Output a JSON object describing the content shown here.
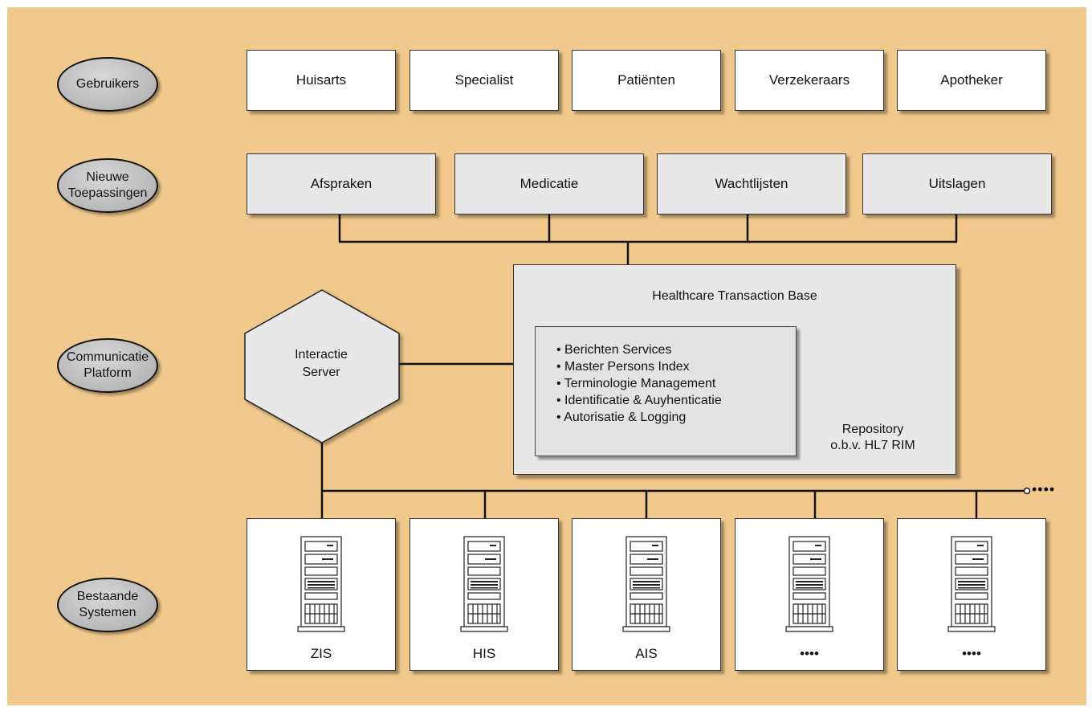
{
  "layers": [
    {
      "name": "layer-gebruikers",
      "lines": [
        "Gebruikers"
      ]
    },
    {
      "name": "layer-nieuwe-toepassingen",
      "lines": [
        "Nieuwe",
        "Toepassingen"
      ]
    },
    {
      "name": "layer-communicatie-platform",
      "lines": [
        "Communicatie",
        "Platform"
      ]
    },
    {
      "name": "layer-bestaande-systemen",
      "lines": [
        "Bestaande",
        "Systemen"
      ]
    }
  ],
  "gebruikers": [
    "Huisarts",
    "Specialist",
    "Patiënten",
    "Verzekeraars",
    "Apotheker"
  ],
  "toepassingen": [
    "Afspraken",
    "Medicatie",
    "Wachtlijsten",
    "Uitslagen"
  ],
  "interactie_server": {
    "lines": [
      "Interactie",
      "Server"
    ]
  },
  "htb": {
    "title": "Healthcare Transaction Base",
    "services": [
      "Berichten Services",
      "Master Persons Index",
      "Terminologie Management",
      "Identificatie & Auyhenticatie",
      "Autorisatie & Logging"
    ],
    "repository": [
      "Repository",
      "o.b.v. HL7 RIM"
    ]
  },
  "systemen": [
    "ZIS",
    "HIS",
    "AIS",
    "••••",
    "••••"
  ],
  "bus_continuation": "••••",
  "colors": {
    "background": "#f2c98c",
    "oval": "#bdbdbd",
    "grey_box": "#e8e8e8",
    "line": "#111111"
  }
}
